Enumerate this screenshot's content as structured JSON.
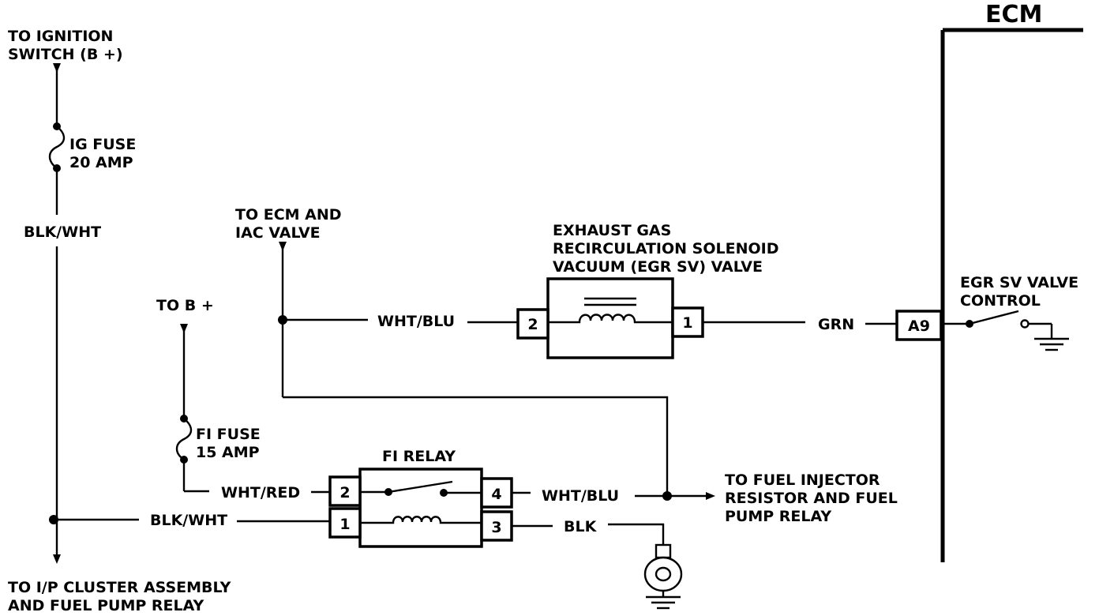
{
  "ecm": {
    "title": "ECM",
    "pin": "A9",
    "control_line1": "EGR SV VALVE",
    "control_line2": "CONTROL"
  },
  "ignition": {
    "line1": "TO IGNITION",
    "line2": "SWITCH (B +)"
  },
  "ig_fuse": {
    "line1": "IG FUSE",
    "line2": "20 AMP"
  },
  "wire_blk_wht_vertical": "BLK/WHT",
  "ecm_iac": {
    "line1": "TO ECM AND",
    "line2": "IAC VALVE"
  },
  "egr_valve": {
    "line1": "EXHAUST GAS",
    "line2": "RECIRCULATION SOLENOID",
    "line3": "VACUUM (EGR SV) VALVE",
    "pin_left": "2",
    "pin_right": "1"
  },
  "wire_wht_blu_top": "WHT/BLU",
  "wire_grn": "GRN",
  "to_b_plus": "TO B +",
  "fi_fuse": {
    "line1": "FI FUSE",
    "line2": "15 AMP"
  },
  "fi_relay": {
    "title": "FI RELAY",
    "pin2": "2",
    "pin1": "1",
    "pin4": "4",
    "pin3": "3"
  },
  "wire_wht_red": "WHT/RED",
  "wire_blk_wht_horizontal": "BLK/WHT",
  "wire_wht_blu_bottom": "WHT/BLU",
  "wire_blk": "BLK",
  "fuel_injector": {
    "line1": "TO FUEL INJECTOR",
    "line2": "RESISTOR AND FUEL",
    "line3": "PUMP RELAY"
  },
  "ip_cluster": {
    "line1": "TO I/P CLUSTER ASSEMBLY",
    "line2": "AND FUEL PUMP RELAY"
  }
}
